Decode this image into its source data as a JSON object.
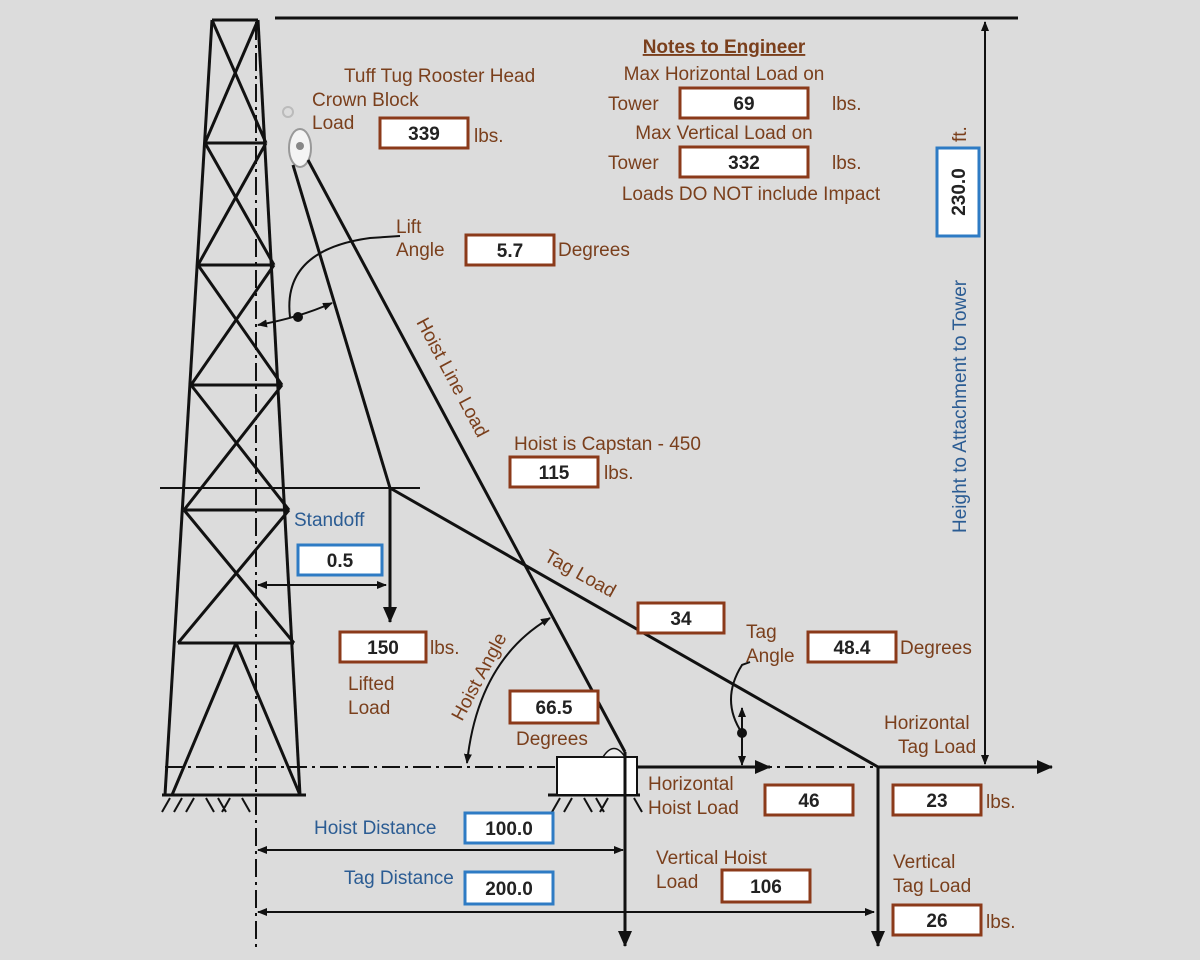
{
  "notes": {
    "title": "Notes to Engineer",
    "max_horizontal_label_1": "Max Horizontal Load on",
    "max_horizontal_label_2": "Tower",
    "max_horizontal_value": "69",
    "max_vertical_label_1": "Max Vertical Load on",
    "max_vertical_label_2": "Tower",
    "max_vertical_value": "332",
    "units": "lbs.",
    "impact_note": "Loads DO NOT include Impact"
  },
  "crown_block": {
    "title": "Tuff Tug Rooster Head",
    "label_1": "Crown Block",
    "label_2": "Load",
    "value": "339",
    "units": "lbs."
  },
  "lift_angle": {
    "label_1": "Lift",
    "label_2": "Angle",
    "value": "5.7",
    "units": "Degrees"
  },
  "hoist_line_load": {
    "label": "Hoist Line Load"
  },
  "hoist": {
    "label": "Hoist is Capstan - 450",
    "value": "115",
    "units": "lbs."
  },
  "standoff": {
    "label": "Standoff",
    "value": "0.5"
  },
  "tag_load": {
    "label": "Tag Load",
    "value": "34"
  },
  "lifted_load": {
    "value": "150",
    "units": "lbs.",
    "label_1": "Lifted",
    "label_2": "Load"
  },
  "tag_angle": {
    "label_1": "Tag",
    "label_2": "Angle",
    "value": "48.4",
    "units": "Degrees"
  },
  "hoist_angle": {
    "label": "Hoist Angle",
    "value": "66.5",
    "units": "Degrees"
  },
  "height": {
    "label": "Height to Attachment to Tower",
    "value": "230.0",
    "units": "ft."
  },
  "horizontal_tag_load": {
    "label_1": "Horizontal",
    "label_2": "Tag Load",
    "value": "23",
    "units": "lbs."
  },
  "horizontal_hoist_load": {
    "label_1": "Horizontal",
    "label_2": "Hoist Load",
    "value": "46"
  },
  "hoist_distance": {
    "label": "Hoist Distance",
    "value": "100.0"
  },
  "tag_distance": {
    "label": "Tag Distance",
    "value": "200.0"
  },
  "vertical_hoist_load": {
    "label_1": "Vertical Hoist",
    "label_2": "Load",
    "value": "106"
  },
  "vertical_tag_load": {
    "label_1": "Vertical",
    "label_2": "Tag Load",
    "value": "26",
    "units": "lbs."
  }
}
